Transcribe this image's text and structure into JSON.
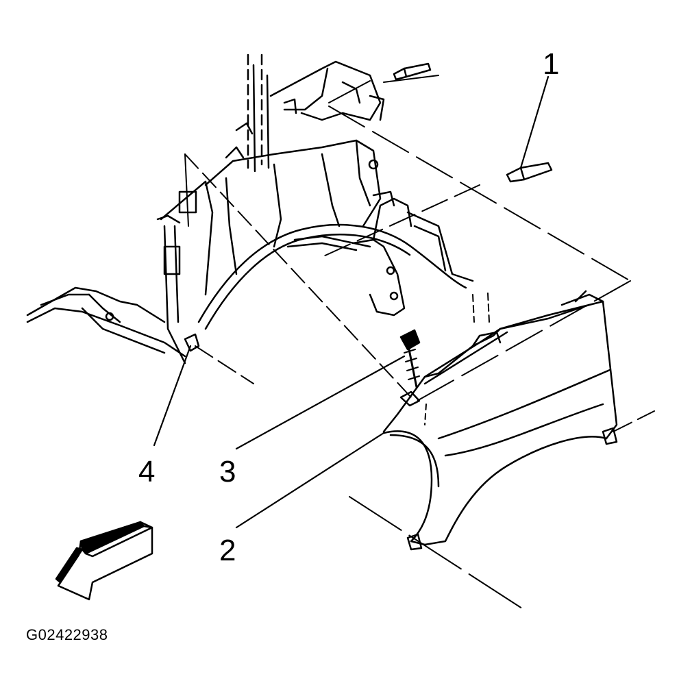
{
  "figure": {
    "id": "G02422938"
  },
  "callouts": [
    {
      "label": "1",
      "part": "push-pin-retainer"
    },
    {
      "label": "2",
      "part": "fender"
    },
    {
      "label": "3",
      "part": "fender-bolt"
    },
    {
      "label": "4",
      "part": "wheelhouse-liner"
    }
  ],
  "colors": {
    "line": "#000000",
    "background": "#ffffff"
  },
  "icons": {
    "direction_arrow": "front-of-vehicle-arrow-icon"
  }
}
